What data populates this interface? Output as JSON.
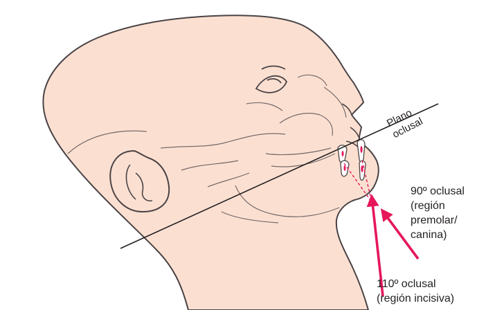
{
  "labels": {
    "occlusal_plane": [
      "Plano",
      "oclusal"
    ],
    "premolar_projection": [
      "90º oclusal",
      "(región",
      "premolar/",
      "canina)"
    ],
    "incisal_projection": [
      "110º oclusal",
      "(región incisiva)"
    ]
  },
  "colors": {
    "skin": "#fbe0d2",
    "outline": "#4a4244",
    "arrow": "#e5175a",
    "beam": "#e5175a",
    "text": "#231f20"
  },
  "projections": [
    {
      "region": "premolar",
      "angle_deg": 90
    },
    {
      "region": "incisal",
      "angle_deg": 110
    }
  ]
}
